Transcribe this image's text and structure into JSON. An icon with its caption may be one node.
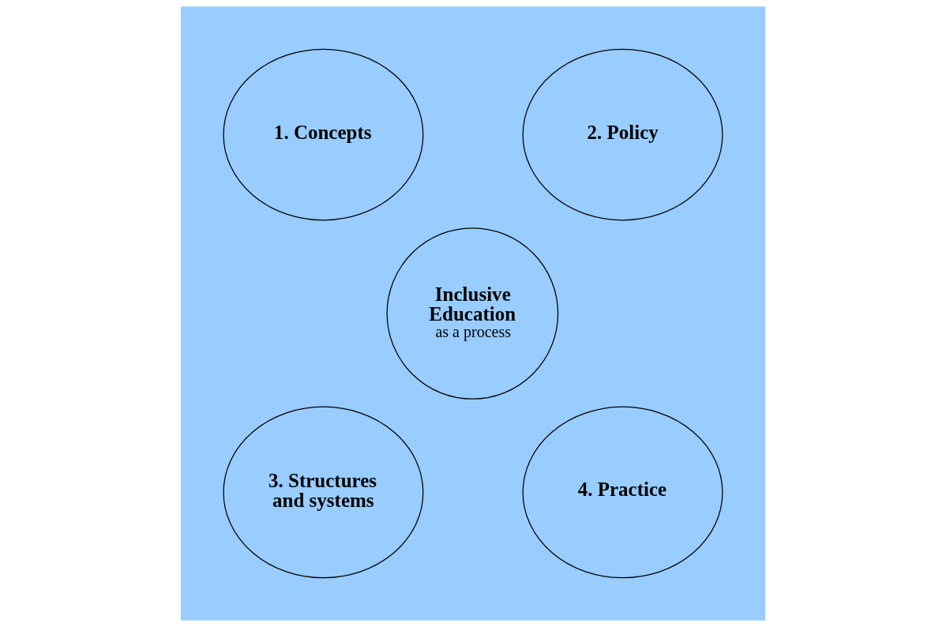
{
  "diagram": {
    "nodes": [
      {
        "text": [
          "1. Concepts"
        ]
      },
      {
        "text": [
          "2. Policy"
        ]
      },
      {
        "text": [
          "Inclusive Education",
          "as a process"
        ]
      },
      {
        "text": [
          "3. Structures and systems"
        ]
      },
      {
        "text": [
          "4. Practice"
        ]
      }
    ],
    "edges": []
  }
}
